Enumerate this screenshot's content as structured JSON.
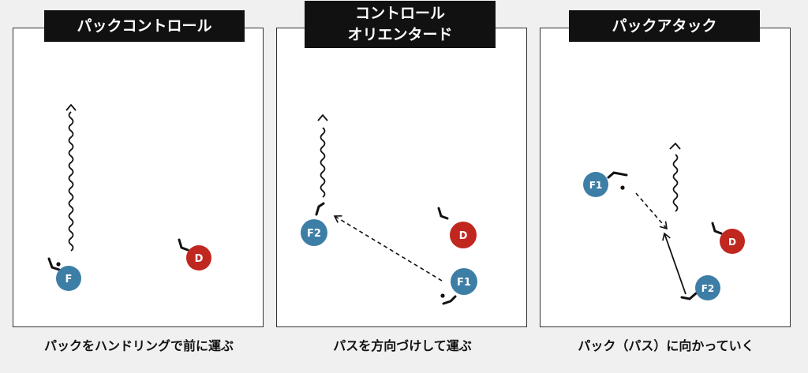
{
  "colors": {
    "forward": "#3d7ea6",
    "defense": "#c0271f",
    "title_bg": "#111111"
  },
  "panels": [
    {
      "title": [
        "パックコントロール"
      ],
      "caption": "パックをハンドリングで前に運ぶ",
      "players": [
        {
          "label": "F",
          "team": "forward"
        },
        {
          "label": "D",
          "team": "defense"
        }
      ]
    },
    {
      "title": [
        "コントロール",
        "オリエンタード"
      ],
      "caption": "パスを方向づけして運ぶ",
      "players": [
        {
          "label": "F2",
          "team": "forward"
        },
        {
          "label": "D",
          "team": "defense"
        },
        {
          "label": "F1",
          "team": "forward"
        }
      ]
    },
    {
      "title": [
        "パックアタック"
      ],
      "caption": "パック（パス）に向かっていく",
      "players": [
        {
          "label": "F1",
          "team": "forward"
        },
        {
          "label": "D",
          "team": "defense"
        },
        {
          "label": "F2",
          "team": "forward"
        }
      ]
    }
  ]
}
